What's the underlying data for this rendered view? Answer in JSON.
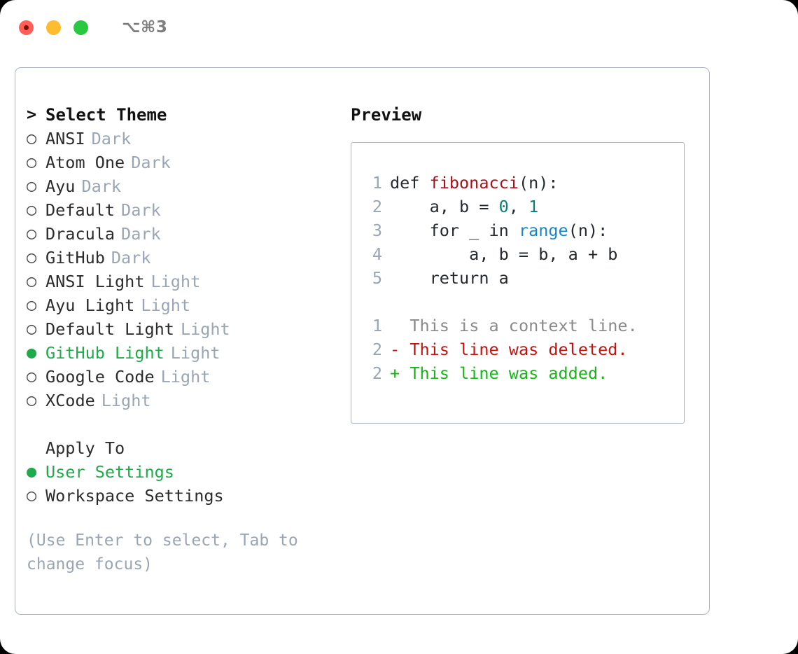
{
  "titlebar": {
    "shortcut": "⌥⌘3",
    "buttons": [
      "close",
      "minimize",
      "zoom"
    ]
  },
  "theme_picker": {
    "header_marker": ">",
    "header": "Select Theme",
    "marker_selected": "●",
    "marker_unselected": "○",
    "items": [
      {
        "label": "ANSI",
        "badge": "Dark",
        "selected": false
      },
      {
        "label": "Atom One",
        "badge": "Dark",
        "selected": false
      },
      {
        "label": "Ayu",
        "badge": "Dark",
        "selected": false
      },
      {
        "label": "Default",
        "badge": "Dark",
        "selected": false
      },
      {
        "label": "Dracula",
        "badge": "Dark",
        "selected": false
      },
      {
        "label": "GitHub",
        "badge": "Dark",
        "selected": false
      },
      {
        "label": "ANSI Light",
        "badge": "Light",
        "selected": false
      },
      {
        "label": "Ayu Light",
        "badge": "Light",
        "selected": false
      },
      {
        "label": "Default Light",
        "badge": "Light",
        "selected": false
      },
      {
        "label": "GitHub Light",
        "badge": "Light",
        "selected": true
      },
      {
        "label": "Google Code",
        "badge": "Light",
        "selected": false
      },
      {
        "label": "XCode",
        "badge": "Light",
        "selected": false
      }
    ]
  },
  "apply_to": {
    "title": "Apply To",
    "items": [
      {
        "label": "User Settings",
        "selected": true
      },
      {
        "label": "Workspace Settings",
        "selected": false
      }
    ]
  },
  "hint": "(Use Enter to select, Tab to change focus)",
  "preview": {
    "title": "Preview",
    "code": [
      {
        "lineno": "1",
        "tokens": [
          {
            "text": "def ",
            "kind": "plain"
          },
          {
            "text": "fibonacci",
            "kind": "func"
          },
          {
            "text": "(n):",
            "kind": "plain"
          }
        ]
      },
      {
        "lineno": "2",
        "tokens": [
          {
            "text": "    a, b = ",
            "kind": "plain"
          },
          {
            "text": "0",
            "kind": "num"
          },
          {
            "text": ", ",
            "kind": "plain"
          },
          {
            "text": "1",
            "kind": "num"
          }
        ]
      },
      {
        "lineno": "3",
        "tokens": [
          {
            "text": "    for _ in ",
            "kind": "plain"
          },
          {
            "text": "range",
            "kind": "call"
          },
          {
            "text": "(n):",
            "kind": "plain"
          }
        ]
      },
      {
        "lineno": "4",
        "tokens": [
          {
            "text": "        a, b = b, a + b",
            "kind": "plain"
          }
        ]
      },
      {
        "lineno": "5",
        "tokens": [
          {
            "text": "    return a",
            "kind": "plain"
          }
        ]
      }
    ],
    "diff": [
      {
        "lineno": "1",
        "sign": " ",
        "text": "This is a context line.",
        "kind": "ctx"
      },
      {
        "lineno": "2",
        "sign": "-",
        "text": "This line was deleted.",
        "kind": "del"
      },
      {
        "lineno": "2",
        "sign": "+",
        "text": "This line was added.",
        "kind": "add"
      }
    ]
  },
  "colors": {
    "accent_green": "#1faa4b",
    "badge_gray": "#9aa5b4",
    "border": "#aab4c2",
    "diff_add": "#14b714",
    "diff_del": "#c4130f",
    "diff_ctx": "#8a8a8a",
    "token_func": "#a6121a",
    "token_num": "#0f7d77",
    "token_call": "#1188c9",
    "traffic_red": "#ff5f57",
    "traffic_yellow": "#febc2e",
    "traffic_green": "#28c840"
  }
}
